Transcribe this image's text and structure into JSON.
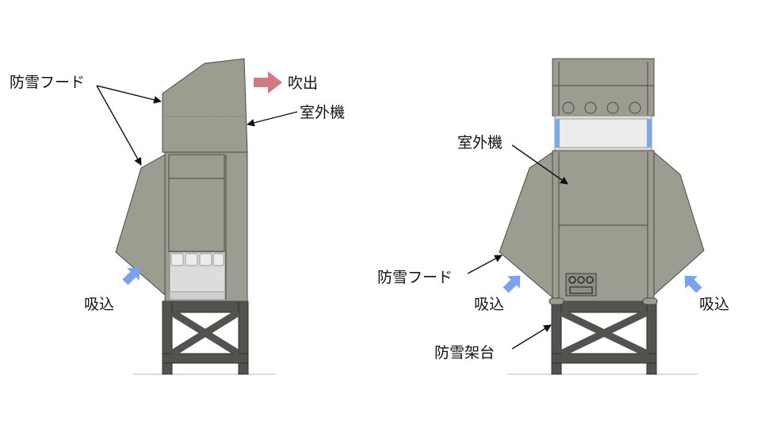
{
  "labels": {
    "side_snow_hood": "防雪フード",
    "side_outlet": "吹出",
    "side_outdoor_unit": "室外機",
    "side_intake": "吸込",
    "front_outdoor_unit": "室外機",
    "front_snow_hood": "防雪フード",
    "front_intake_left": "吸込",
    "front_intake_right": "吸込",
    "front_snow_stand": "防雪架台"
  },
  "colors": {
    "body": "#9c9c90",
    "frame": "#52524e",
    "outlet_arrow": "#d07a84",
    "intake_arrow": "#7aa2f0",
    "coil": "#dcdcdc",
    "fan_highlight": "#7fa8e6"
  },
  "icons": {
    "outlet_arrow": "arrow-right-icon",
    "intake_arrow": "arrow-up-right-icon"
  }
}
